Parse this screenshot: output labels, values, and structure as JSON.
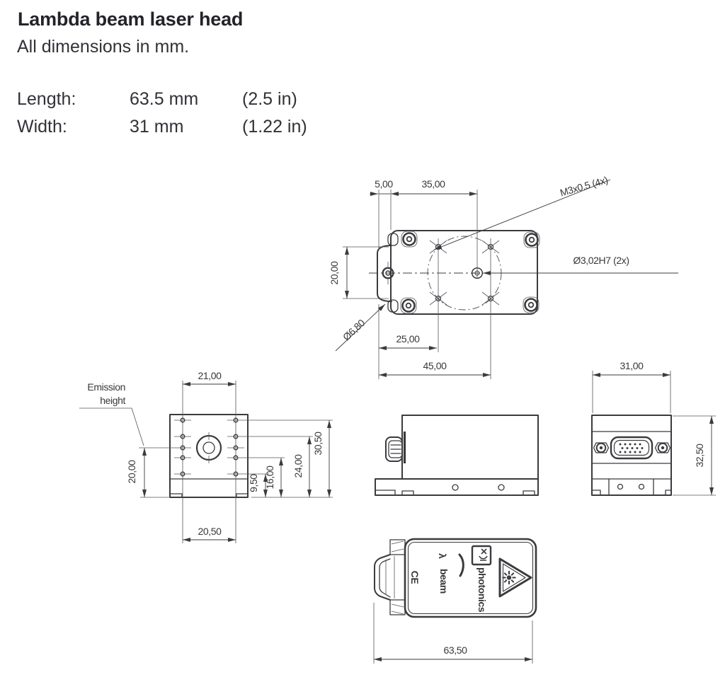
{
  "header": {
    "title": "Lambda beam laser head",
    "subtitle": "All dimensions in mm."
  },
  "specs": {
    "rows": [
      {
        "label": "Length:",
        "metric": "63.5 mm",
        "imperial": "(2.5 in)"
      },
      {
        "label": "Width:",
        "metric": "31 mm",
        "imperial": "(1.22 in)"
      }
    ]
  },
  "drawing": {
    "top_view": {
      "dim_offset": "5,00",
      "dim_hole_span": "35,00",
      "dim_height": "20,00",
      "dim_hole1": "25,00",
      "dim_hole2": "45,00",
      "callout_thread": "M3x0.5 (4x)",
      "callout_dowel": "Ø3,02H7 (2x)",
      "callout_clamp_bore": "Ø6,80"
    },
    "front_view": {
      "emission_label_line1": "Emission",
      "emission_label_line2": "height",
      "dim_hole_cols": "21,00",
      "dim_emission": "20,00",
      "dim_base": "20,50",
      "dim_row1": "9,50",
      "dim_row2": "16,00",
      "dim_row3": "24,00",
      "dim_row4": "30,50"
    },
    "rear_view": {
      "dim_width": "31,00",
      "dim_height": "32,50"
    },
    "bottom_view": {
      "dim_length": "63,50",
      "ce_mark": "CE",
      "logo_lambda": "λ",
      "logo_beam": "beam",
      "logo_photonics": "photonics"
    }
  }
}
